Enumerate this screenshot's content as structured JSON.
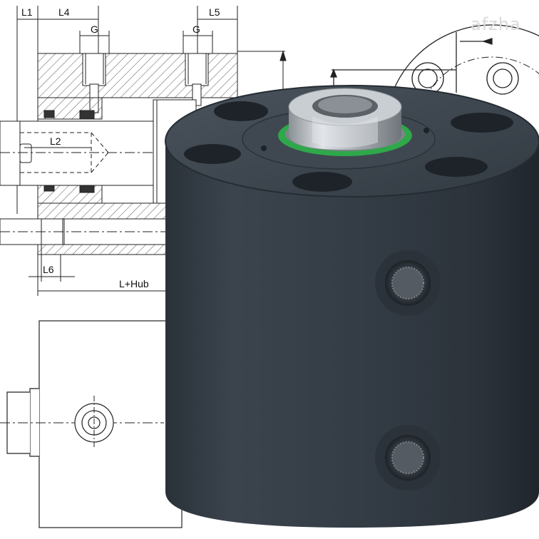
{
  "watermark": {
    "text": "afzha"
  },
  "section_view": {
    "labels": {
      "l1": "L1",
      "l4": "L4",
      "g_left": "G",
      "l5": "L5",
      "g_right": "G",
      "l2": "L2",
      "l6": "L6",
      "l_hub": "L+Hub"
    }
  },
  "colors": {
    "cylinder_body": "#343d46",
    "seal_ring": "#2fa84a",
    "steel_nut": "#b9bec3",
    "line": "#222222"
  },
  "icons": {
    "front_flange": "flange-bolt-circle-icon",
    "side_port": "threaded-hole-icon"
  }
}
